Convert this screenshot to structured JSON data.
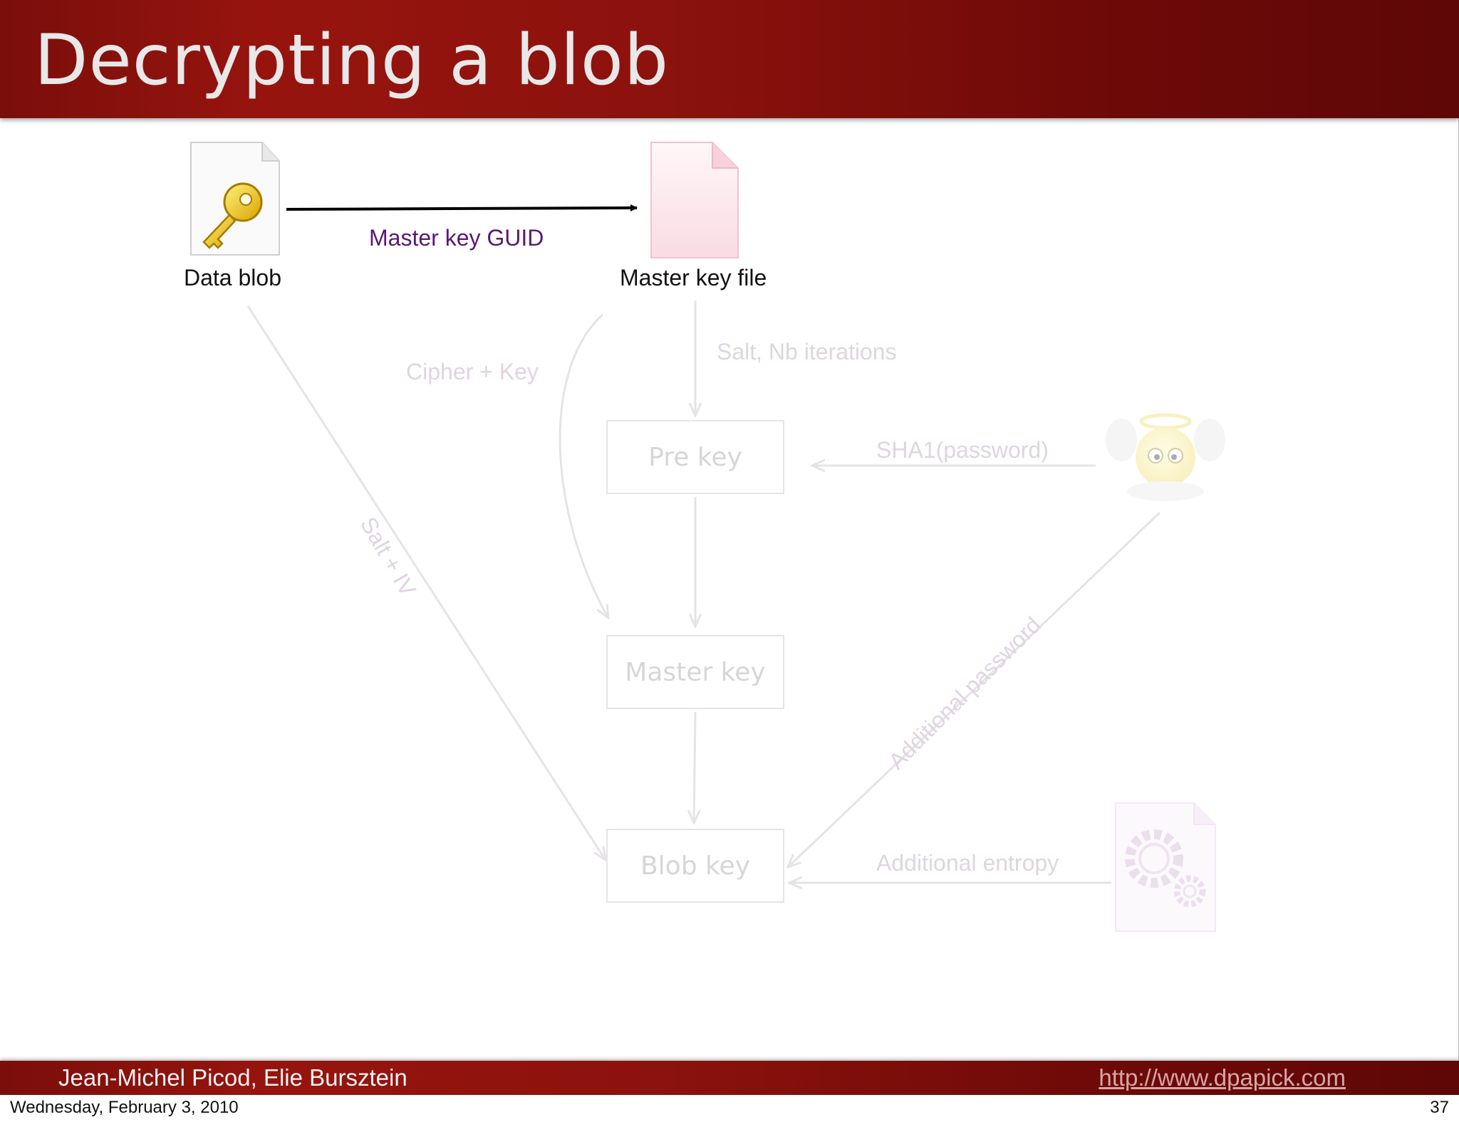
{
  "slide": {
    "title": "Decrypting a blob",
    "footer": {
      "authors": "Jean-Michel Picod, Elie Bursztein",
      "url": "http://www.dpapick.com"
    },
    "date": "Wednesday, February 3, 2010",
    "page_number": "37"
  },
  "diagram": {
    "nodes": {
      "data_blob": "Data blob",
      "master_key_file": "Master key file",
      "pre_key": "Pre key",
      "master_key": "Master key",
      "blob_key": "Blob key"
    },
    "edges": {
      "master_key_guid": "Master key GUID",
      "cipher_key": "Cipher + Key",
      "salt_iterations": "Salt, Nb iterations",
      "sha1_password": "SHA1(password)",
      "salt_iv": "Salt + IV",
      "additional_password": "Additional password",
      "additional_entropy": "Additional entropy"
    },
    "icons": [
      "key-document-icon",
      "blank-document-icon",
      "angel-smiley-icon",
      "gears-document-icon"
    ]
  },
  "colors": {
    "header_red": "#8c120d",
    "title_text": "#e8e8e8",
    "highlight_purple": "#5a1873",
    "faded": "#e0d4e2"
  }
}
